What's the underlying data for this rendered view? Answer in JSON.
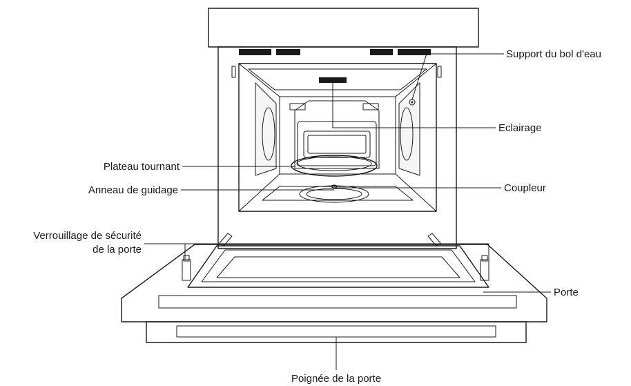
{
  "labels": {
    "support_bol": "Support du bol d'eau",
    "eclairage": "Eclairage",
    "plateau": "Plateau tournant",
    "anneau": "Anneau de guidage",
    "coupleur": "Coupleur",
    "verrouillage_1": "Verrouillage de sécurité",
    "verrouillage_2": "de la porte",
    "porte": "Porte",
    "poignee": "Poignée de la porte"
  }
}
